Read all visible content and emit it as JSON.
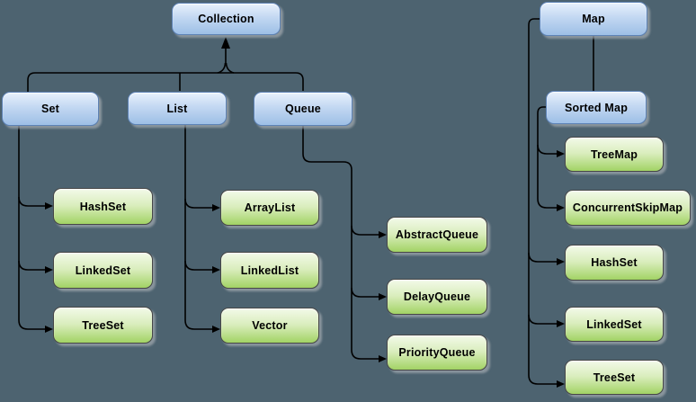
{
  "diagram": {
    "type": "class-hierarchy",
    "background_color": "#4d6370",
    "palette": {
      "interface_box_fill_top": "#e8f1fc",
      "interface_box_fill_bottom": "#9dbfe6",
      "interface_box_border": "#5d82b5",
      "class_box_fill_top": "#f3fae9",
      "class_box_fill_bottom": "#a2d365",
      "class_box_border": "#474747",
      "connector_color": "#000000",
      "label_color": "#000000",
      "shadow_color": "#9ea5ac"
    },
    "nodes": {
      "collection": {
        "label": "Collection",
        "style": "blue"
      },
      "set": {
        "label": "Set",
        "style": "blue"
      },
      "list": {
        "label": "List",
        "style": "blue"
      },
      "queue": {
        "label": "Queue",
        "style": "blue"
      },
      "map": {
        "label": "Map",
        "style": "blue"
      },
      "sorted_map": {
        "label": "Sorted Map",
        "style": "blue"
      },
      "hash_set": {
        "label": "HashSet",
        "style": "green"
      },
      "linked_set": {
        "label": "LinkedSet",
        "style": "green"
      },
      "tree_set": {
        "label": "TreeSet",
        "style": "green"
      },
      "array_list": {
        "label": "ArrayList",
        "style": "green"
      },
      "linked_list": {
        "label": "LinkedList",
        "style": "green"
      },
      "vector": {
        "label": "Vector",
        "style": "green"
      },
      "abstract_queue": {
        "label": "AbstractQueue",
        "style": "green"
      },
      "delay_queue": {
        "label": "DelayQueue",
        "style": "green"
      },
      "priority_queue": {
        "label": "PriorityQueue",
        "style": "green"
      },
      "tree_map": {
        "label": "TreeMap",
        "style": "green"
      },
      "concurrent_skip_map": {
        "label": "ConcurrentSkipMap",
        "style": "green"
      },
      "map_hash_set": {
        "label": "HashSet",
        "style": "green"
      },
      "map_linked_set": {
        "label": "LinkedSet",
        "style": "green"
      },
      "map_tree_set": {
        "label": "TreeSet",
        "style": "green"
      }
    },
    "edges": [
      {
        "from": "set",
        "to": "collection",
        "arrowhead": "to"
      },
      {
        "from": "list",
        "to": "collection",
        "arrowhead": "to"
      },
      {
        "from": "queue",
        "to": "collection",
        "arrowhead": "to"
      },
      {
        "from": "set",
        "to": "hash_set",
        "arrowhead": "to"
      },
      {
        "from": "set",
        "to": "linked_set",
        "arrowhead": "to"
      },
      {
        "from": "set",
        "to": "tree_set",
        "arrowhead": "to"
      },
      {
        "from": "list",
        "to": "array_list",
        "arrowhead": "to"
      },
      {
        "from": "list",
        "to": "linked_list",
        "arrowhead": "to"
      },
      {
        "from": "list",
        "to": "vector",
        "arrowhead": "to"
      },
      {
        "from": "queue",
        "to": "abstract_queue",
        "arrowhead": "to"
      },
      {
        "from": "queue",
        "to": "delay_queue",
        "arrowhead": "to"
      },
      {
        "from": "queue",
        "to": "priority_queue",
        "arrowhead": "to"
      },
      {
        "from": "map",
        "to": "sorted_map",
        "arrowhead": "none"
      },
      {
        "from": "map",
        "to": "map_hash_set",
        "arrowhead": "to"
      },
      {
        "from": "map",
        "to": "map_linked_set",
        "arrowhead": "to"
      },
      {
        "from": "map",
        "to": "map_tree_set",
        "arrowhead": "to"
      },
      {
        "from": "sorted_map",
        "to": "tree_map",
        "arrowhead": "to"
      },
      {
        "from": "sorted_map",
        "to": "concurrent_skip_map",
        "arrowhead": "to"
      }
    ]
  }
}
